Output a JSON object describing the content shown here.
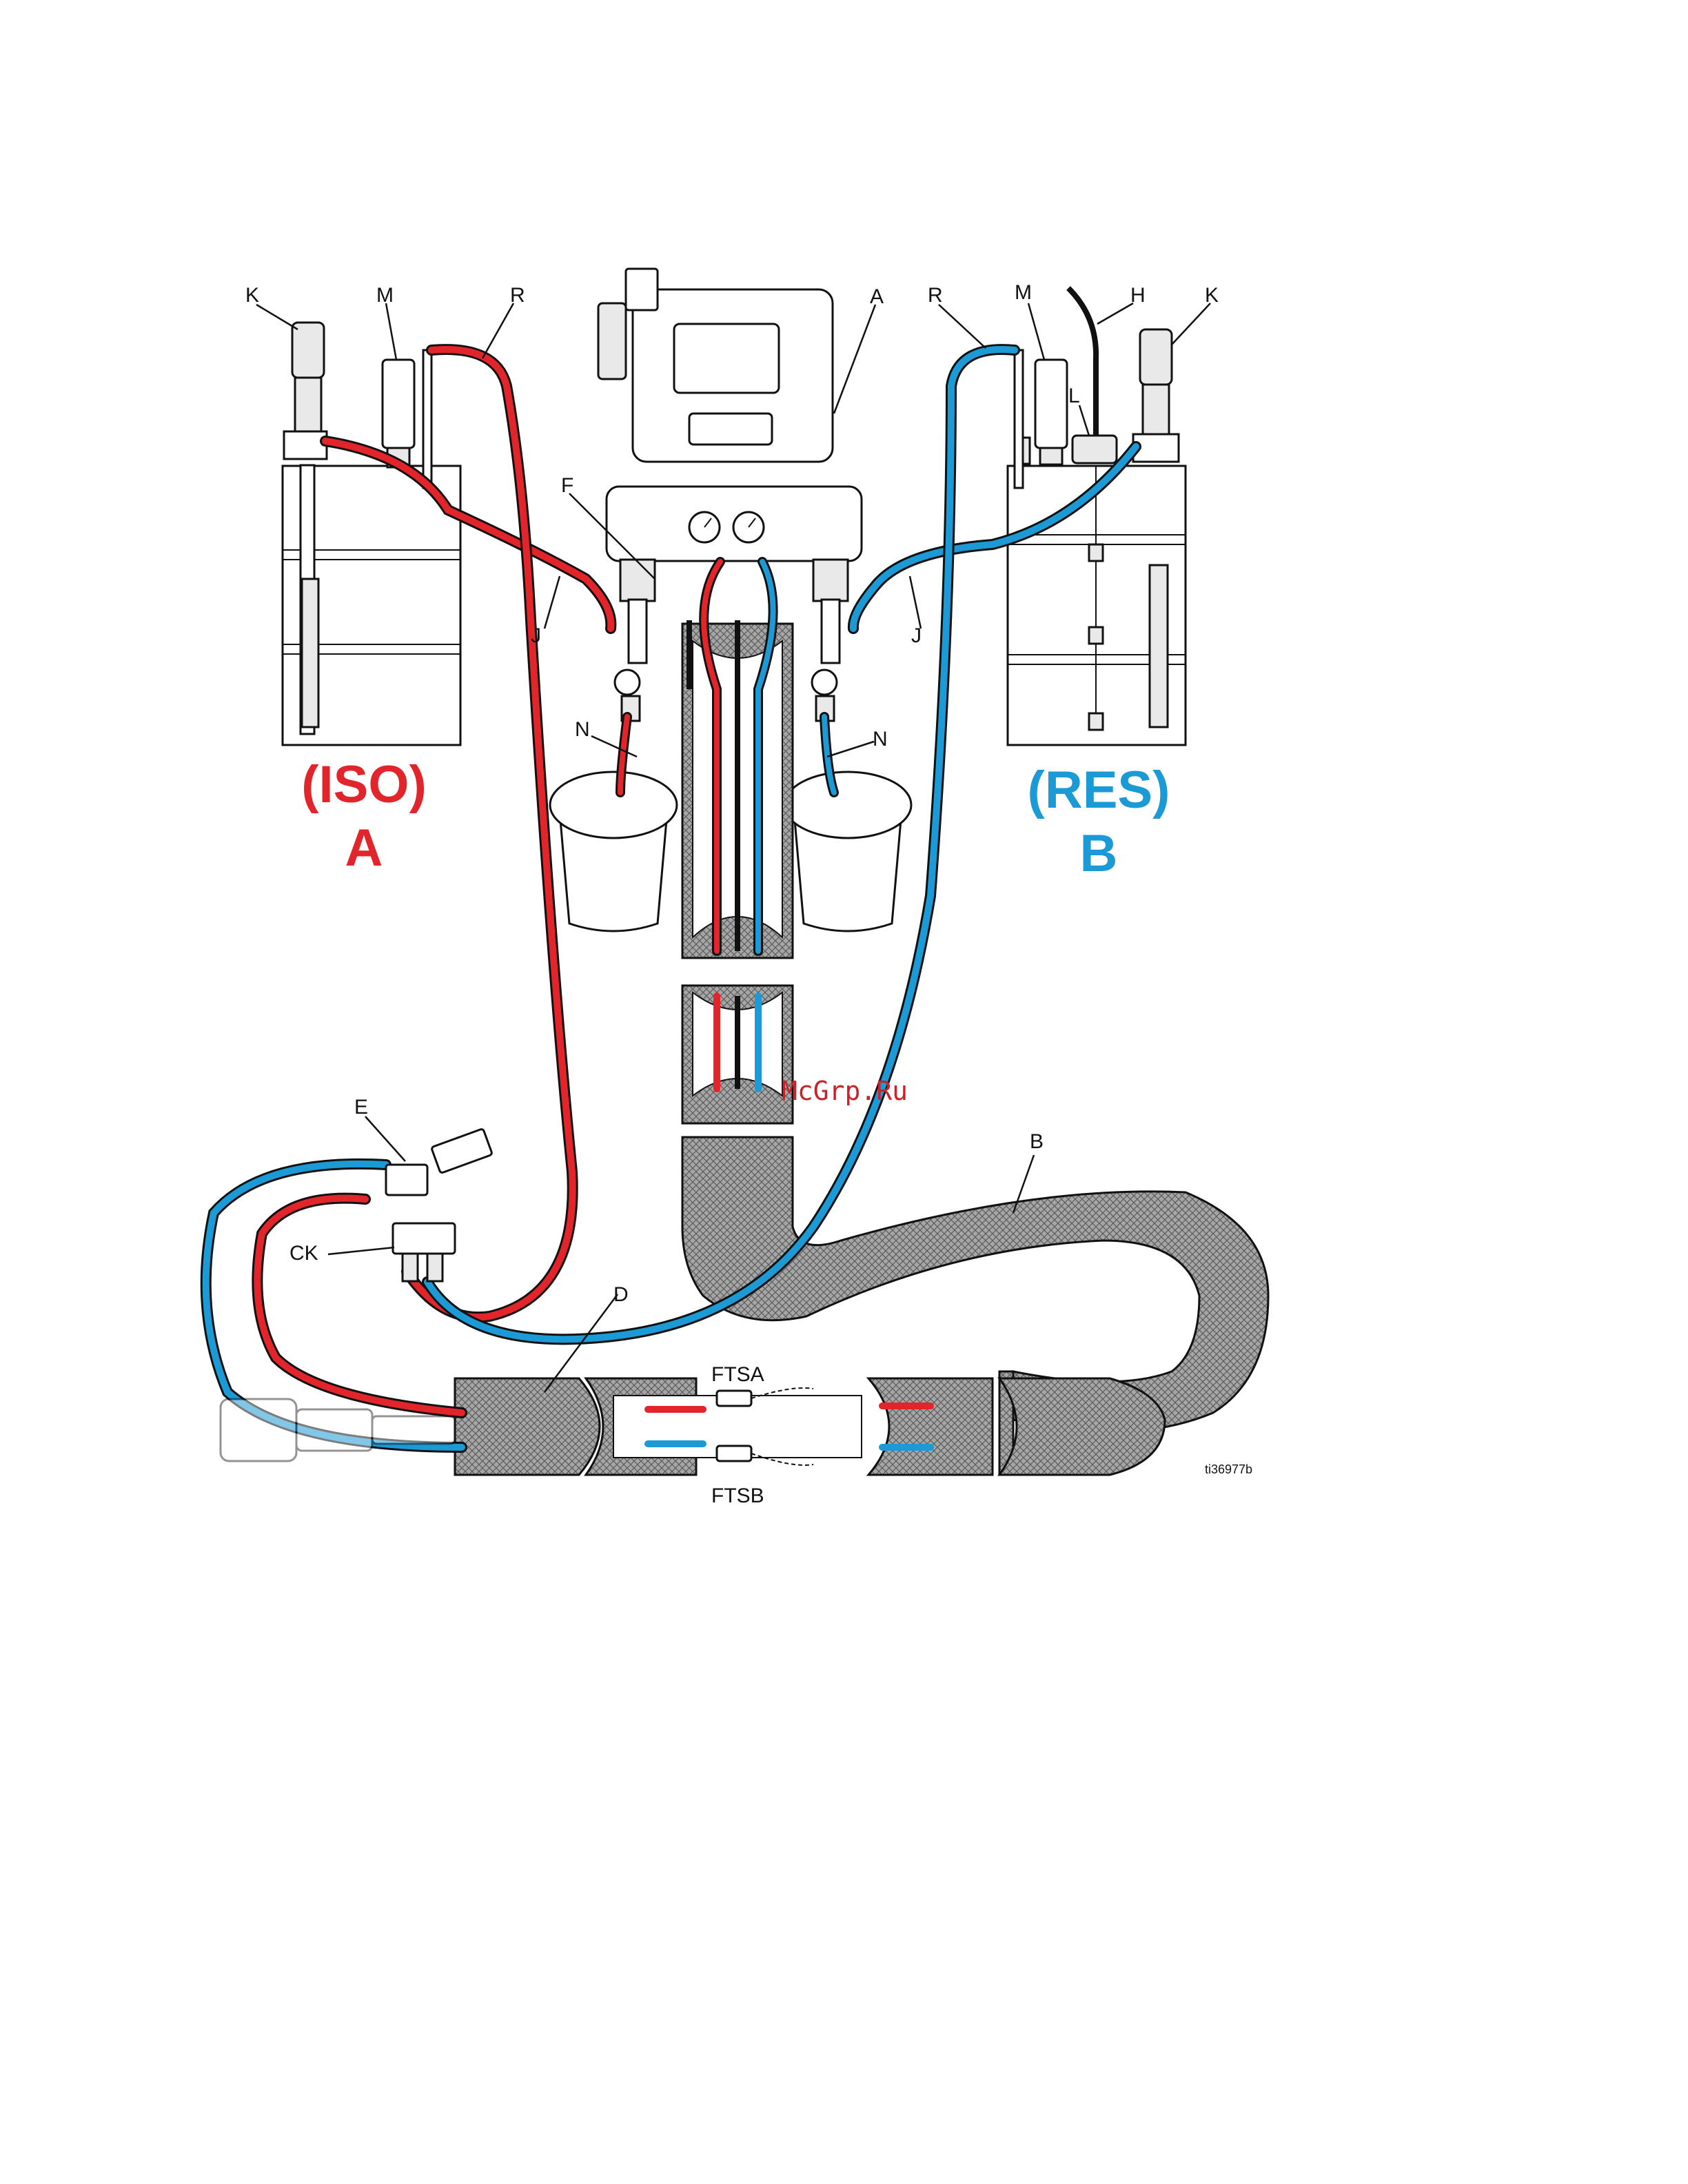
{
  "colors": {
    "iso": "#e2242b",
    "res": "#1b9ad6",
    "ink": "#111111",
    "hose_bundle": "#9a9a9a",
    "watermark": "#c8232a"
  },
  "callouts": {
    "K_left": "K",
    "M_left": "M",
    "R_left": "R",
    "A": "A",
    "R_right": "R",
    "M_right": "M",
    "H": "H",
    "K_right": "K",
    "L": "L",
    "F": "F",
    "J_left": "J",
    "J_right": "J",
    "N_left": "N",
    "N_right": "N",
    "E": "E",
    "CK": "CK",
    "B": "B",
    "D": "D",
    "FTSA": "FTSA",
    "FTSB": "FTSB"
  },
  "side_labels": {
    "iso_line1": "(ISO)",
    "iso_line2": "A",
    "res_line1": "(RES)",
    "res_line2": "B"
  },
  "figure_id": "ti36977b",
  "watermark": "McGrp.Ru"
}
